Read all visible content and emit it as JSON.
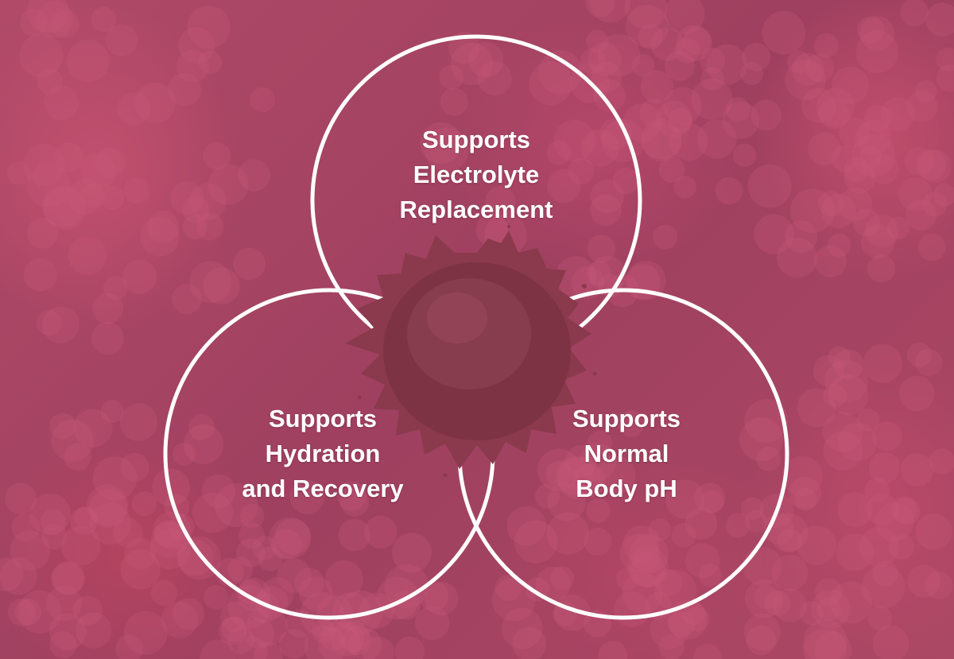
{
  "diagram": {
    "colors": {
      "background": "#a94866",
      "circle_stroke": "#ffffff",
      "powder": "#7e3344",
      "text": "#ffffff"
    },
    "center_image": "red-powder-mound",
    "background_image": "raspberries",
    "circles": [
      {
        "id": "top",
        "lines": [
          "Supports",
          "Electrolyte",
          "Replacement"
        ]
      },
      {
        "id": "left",
        "lines": [
          "Supports",
          "Hydration",
          "and Recovery"
        ]
      },
      {
        "id": "right",
        "lines": [
          "Supports",
          "Normal",
          "Body pH"
        ]
      }
    ]
  }
}
